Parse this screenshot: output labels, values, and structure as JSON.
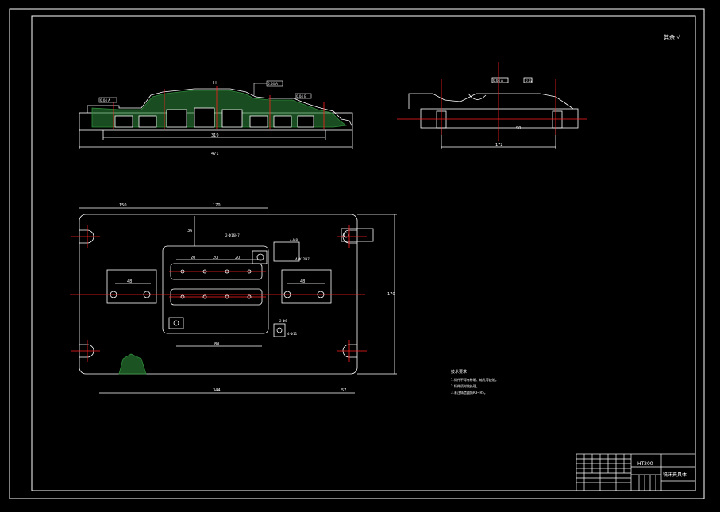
{
  "colors": {
    "background": "#000000",
    "line": "#ffffff",
    "centerline": "#ff2020",
    "hatch": "#2e8b3a",
    "dimension": "#ffffff",
    "annotation": "#ffffff"
  },
  "front_view": {
    "section_label": "I-I",
    "dims": {
      "overall_width": "471",
      "inner_width": "319"
    },
    "callouts": [
      "0.04 A",
      "0.04 A",
      "0.04 B"
    ]
  },
  "side_view": {
    "dims": {
      "width": "172",
      "height": "90"
    },
    "callouts": [
      "0.02",
      "0.04 A"
    ]
  },
  "plan_view": {
    "dims": {
      "left_top": "150",
      "middle_top": "170",
      "total_bottom": "344",
      "right_bottom": "57",
      "right_height": "170",
      "slot_top": "36",
      "slot_1": "20",
      "slot_2": "20",
      "slot_3": "20",
      "slot_bottom": "80",
      "left_pocket": "48",
      "right_pocket": "48"
    },
    "notes": [
      "2-Φ16H7",
      "4-M8",
      "4-Φ12H7",
      "2-Φ6",
      "4-Φ11"
    ]
  },
  "tech_requirements": {
    "title": "技术要求",
    "items": [
      "1.铸件不得有砂眼、缩孔等缺陷。",
      "2.铸件须时效处理。",
      "3.未注铸造圆角R3~R5。"
    ]
  },
  "roughness_mark": "其余 √",
  "title_block": {
    "material": "HT200",
    "part_name": "铣床夹具体"
  }
}
